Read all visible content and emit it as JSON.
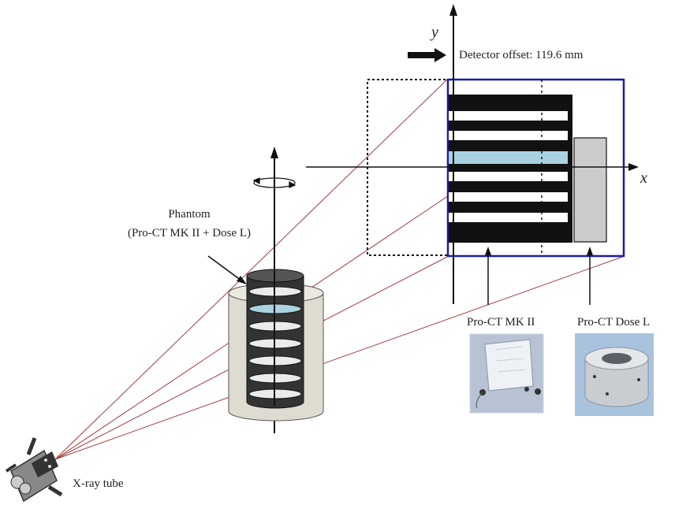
{
  "labels": {
    "axis_y": "y",
    "axis_x": "x",
    "detector_offset": "Detector offset: 119.6 mm",
    "phantom_title": "Phantom",
    "phantom_subtitle": "(Pro-CT MK II + Dose L)",
    "mk2": "Pro-CT MK II",
    "dose_l": "Pro-CT Dose L",
    "xray_tube": "X-ray tube"
  },
  "colors": {
    "beam": "#a43c3c",
    "detector_frame": "#1a1aa8",
    "highlight_slab": "#a9d3e0",
    "dose_block": "#cccccc",
    "phantom_body": "#dedbd1",
    "ink": "#111111"
  },
  "icons": {
    "rotation": "rotation-arrow-icon",
    "offset_arrow": "right-arrow-icon",
    "xray_tube": "xray-tube-icon"
  }
}
